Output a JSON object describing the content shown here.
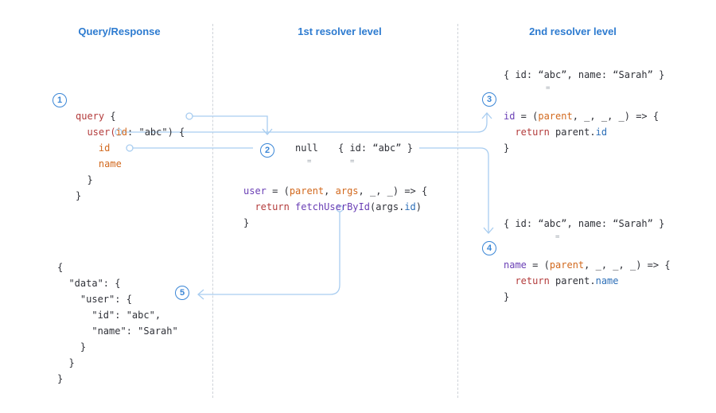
{
  "headers": {
    "query_response": "Query/Response",
    "first_level": "1st resolver level",
    "second_level": "2nd resolver level"
  },
  "badges": [
    "1",
    "2",
    "3",
    "4",
    "5"
  ],
  "query": {
    "kw": "query",
    "open": " {",
    "user_fn": "user(",
    "id_arg": "id",
    "arg_rest": ": \"abc\") {",
    "field_id": "id",
    "field_name": "name",
    "close_inner": "}",
    "close_outer": "}"
  },
  "response": {
    "l1": "{",
    "l2": "\"data\": {",
    "l3": "\"user\": {",
    "l4": "\"id\": \"abc\",",
    "l5": "\"name\": \"Sarah\"",
    "l6": "}",
    "l7": "}",
    "l8": "}"
  },
  "first": {
    "null_label": "null",
    "args_label": "{ id: “abc” }",
    "eq": "=",
    "name": "user",
    "assign": " = (",
    "p_parent": "parent",
    "p_args": "args",
    "p_rest": ", _, _) => {",
    "comma": ", ",
    "ret": "return",
    "call": "fetchUserById",
    "call_args": "(args.",
    "call_prop": "id",
    "call_end": ")",
    "close": "}"
  },
  "second_id": {
    "parent_label": "{ id: “abc”, name: “Sarah” }",
    "eq": "=",
    "name": "id",
    "assign": " = (",
    "p_parent": "parent",
    "p_rest": ", _, _, _) => {",
    "ret": "return",
    "obj": " parent.",
    "prop": "id",
    "close": "}"
  },
  "second_name": {
    "parent_label": "{ id: “abc”, name: “Sarah” }",
    "eq": "=",
    "name": "name",
    "assign": " = (",
    "p_parent": "parent",
    "p_rest": ", _, _, _) => {",
    "ret": "return",
    "obj": " parent.",
    "prop": "name",
    "close": "}"
  },
  "colors": {
    "accent": "#3a86d6",
    "line": "#a9cdf0",
    "keyword": "#b33c3c",
    "function": "#6a3fb5",
    "variable": "#d2691e",
    "property": "#2d6fb8"
  }
}
